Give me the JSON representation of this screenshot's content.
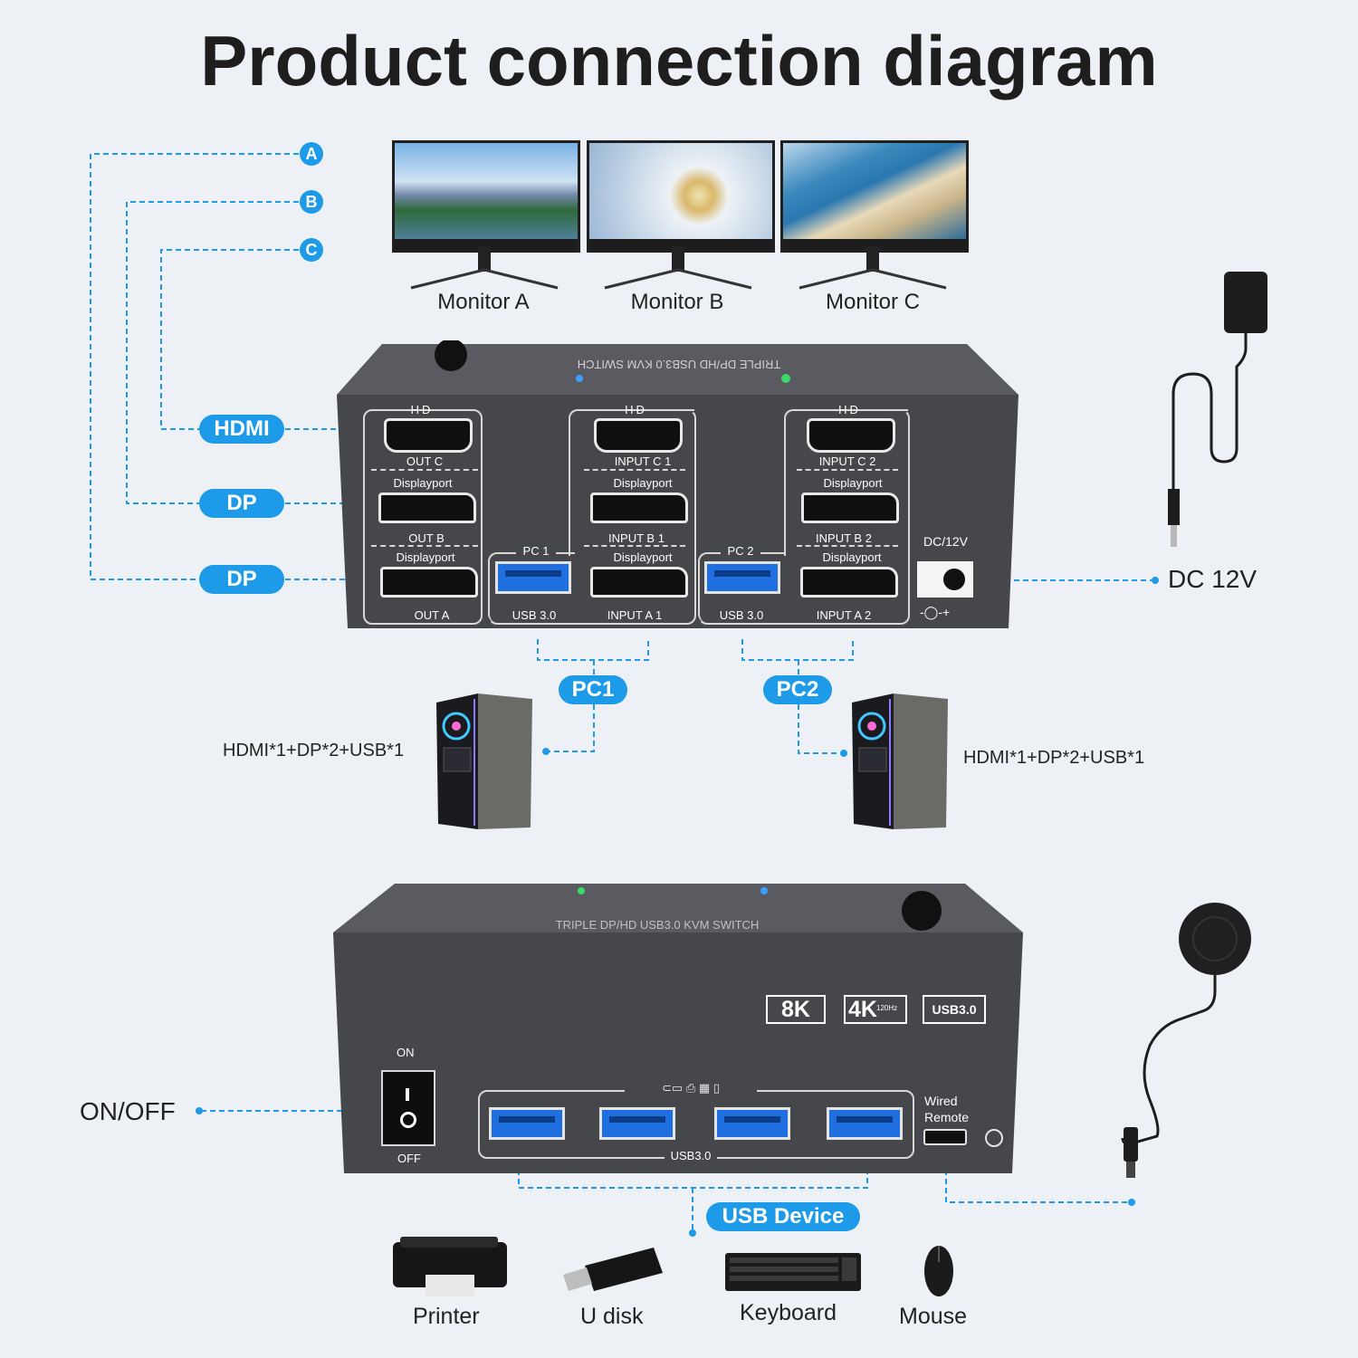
{
  "title": "Product connection diagram",
  "monitors": [
    {
      "label": "Monitor A",
      "letter": "A"
    },
    {
      "label": "Monitor B",
      "letter": "B"
    },
    {
      "label": "Monitor C",
      "letter": "C"
    }
  ],
  "left_tags": [
    "HDMI",
    "DP",
    "DP"
  ],
  "kvm_top": {
    "printed": "TRIPLE DP/HD USB3.0 KVM SWITCH",
    "out_group": {
      "hd": "HD",
      "c": "OUT C",
      "dp1": "Displayport",
      "b": "OUT B",
      "dp2": "Displayport",
      "a": "OUT A"
    },
    "pc1_group": {
      "hd": "HD",
      "c": "INPUT C 1",
      "dp1": "Displayport",
      "b": "INPUT B 1",
      "dp2": "Displayport",
      "a": "INPUT A 1",
      "pc": "PC 1",
      "usb": "USB 3.0"
    },
    "pc2_group": {
      "hd": "HD",
      "c": "INPUT C 2",
      "dp1": "Displayport",
      "b": "INPUT B 2",
      "dp2": "Displayport",
      "a": "INPUT A 2",
      "pc": "PC 2",
      "usb": "USB 3.0"
    },
    "dc": "DC/12V",
    "dc_symbol": "-◯-+"
  },
  "power_label": "DC 12V",
  "pcs": [
    {
      "tag": "PC1",
      "spec": "HDMI*1+DP*2+USB*1"
    },
    {
      "tag": "PC2",
      "spec": "HDMI*1+DP*2+USB*1"
    }
  ],
  "kvm_bottom": {
    "printed": "TRIPLE DP/HD USB3.0 KVM SWITCH",
    "badge_8k": "8K",
    "badge_4k": "4K",
    "badge_4k_sub": "120Hz",
    "badge_usb": "USB3.0",
    "on": "ON",
    "off": "OFF",
    "usb_group": "USB3.0",
    "wired": "Wired",
    "remote": "Remote"
  },
  "onoff_label": "ON/OFF",
  "usb_device_tag": "USB Device",
  "devices": [
    "Printer",
    "U disk",
    "Keyboard",
    "Mouse"
  ],
  "colors": {
    "accent": "#1d9be8",
    "device_body": "#4b4c50",
    "background": "#edf0f4"
  }
}
